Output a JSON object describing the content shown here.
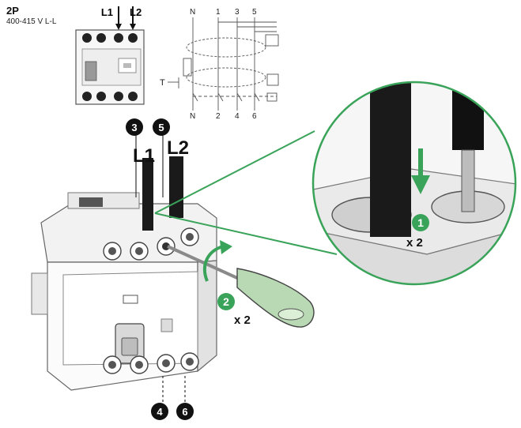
{
  "header": {
    "poles": "2P",
    "voltage": "400-415 V L-L"
  },
  "front_view": {
    "label_l1": "L1",
    "label_l2": "L2"
  },
  "schematic": {
    "top_terminals": [
      "N",
      "1",
      "3",
      "5"
    ],
    "bottom_terminals": [
      "N",
      "2",
      "4",
      "6"
    ],
    "test_label": "T"
  },
  "device": {
    "label_l1": "L1",
    "label_l2": "L2",
    "top_markers": [
      "3",
      "5"
    ],
    "bottom_markers": [
      "4",
      "6"
    ]
  },
  "steps": [
    {
      "number": "1",
      "repeat": "x 2"
    },
    {
      "number": "2",
      "repeat": "x 2"
    }
  ],
  "colors": {
    "accent_green": "#3aa35a",
    "marker_black": "#111111",
    "cable_black": "#1a1a1a",
    "device_body": "#f4f4f4",
    "outline": "#555555"
  }
}
